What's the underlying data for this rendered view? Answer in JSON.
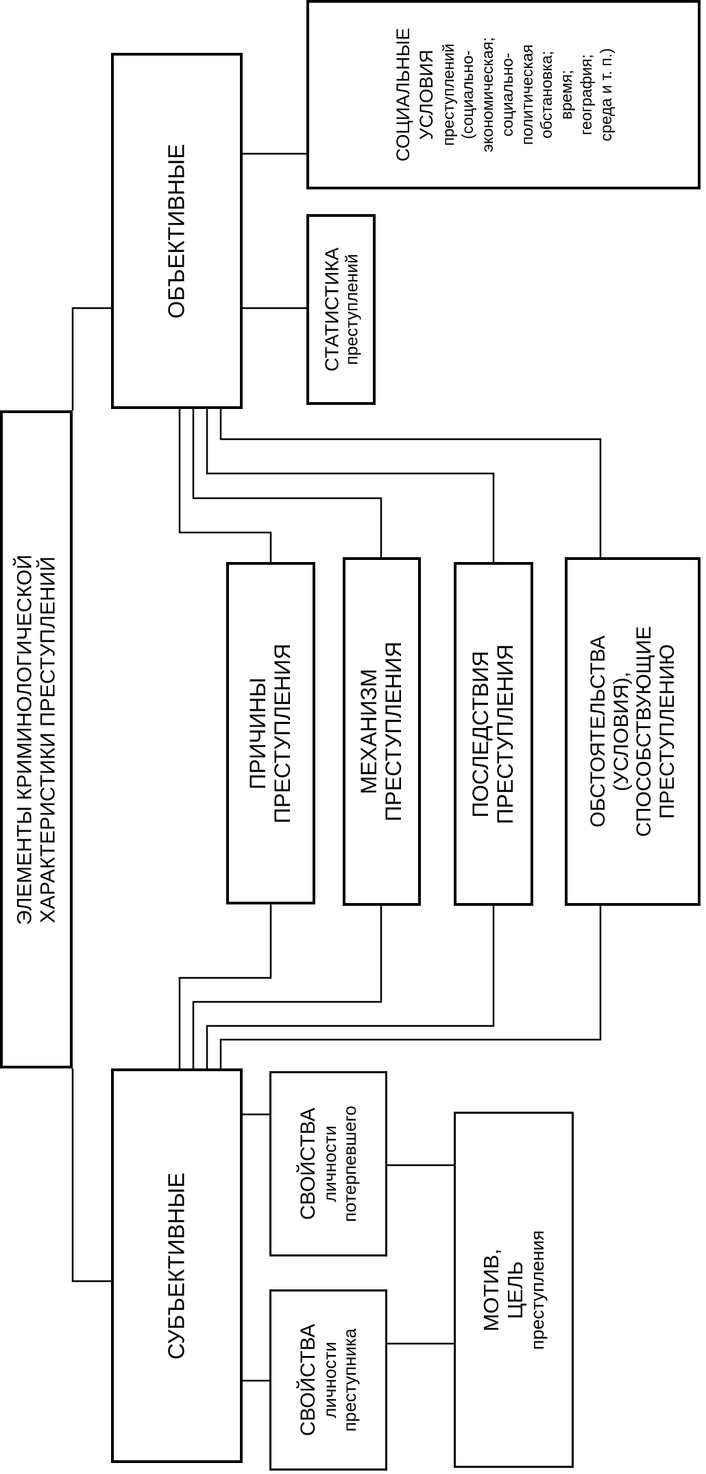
{
  "diagram": {
    "root": {
      "line1": "ЭЛЕМЕНТЫ КРИМИНОЛОГИЧЕСКОЙ",
      "line2": "ХАРАКТЕРИСТИКИ ПРЕСТУПЛЕНИЙ"
    },
    "objective": {
      "label": "ОБЪЕКТИВНЫЕ"
    },
    "subjective": {
      "label": "СУБЪЕКТИВНЫЕ"
    },
    "social_conditions": {
      "lines": [
        "СОЦИАЛЬНЫЕ",
        "УСЛОВИЯ",
        "преступлений",
        "(социально-",
        "экономическая;",
        "социально-",
        "политическая",
        "обстановка;",
        "время;",
        "география;",
        "среда и т. п.)"
      ]
    },
    "statistics": {
      "line1": "СТАТИСТИКА",
      "line2": "преступлений"
    },
    "causes": {
      "line1": "ПРИЧИНЫ",
      "line2": "ПРЕСТУПЛЕНИЯ"
    },
    "mechanism": {
      "line1": "МЕХАНИЗМ",
      "line2": "ПРЕСТУПЛЕНИЯ"
    },
    "consequences": {
      "line1": "ПОСЛЕДСТВИЯ",
      "line2": "ПРЕСТУПЛЕНИЯ"
    },
    "circumstances": {
      "line1": "ОБСТОЯТЕЛЬСТВА",
      "line2": "(УСЛОВИЯ),",
      "line3": "СПОСОБСТВУЮЩИЕ",
      "line4": "ПРЕСТУПЛЕНИЮ"
    },
    "victim_traits": {
      "line1": "СВОЙСТВА",
      "line2": "личности",
      "line3": "потерпевшего"
    },
    "offender_traits": {
      "line1": "СВОЙСТВА",
      "line2": "личности",
      "line3": "преступника"
    },
    "motive_goal": {
      "line1": "МОТИВ,",
      "line2": "ЦЕЛЬ",
      "line3": "преступления"
    }
  }
}
